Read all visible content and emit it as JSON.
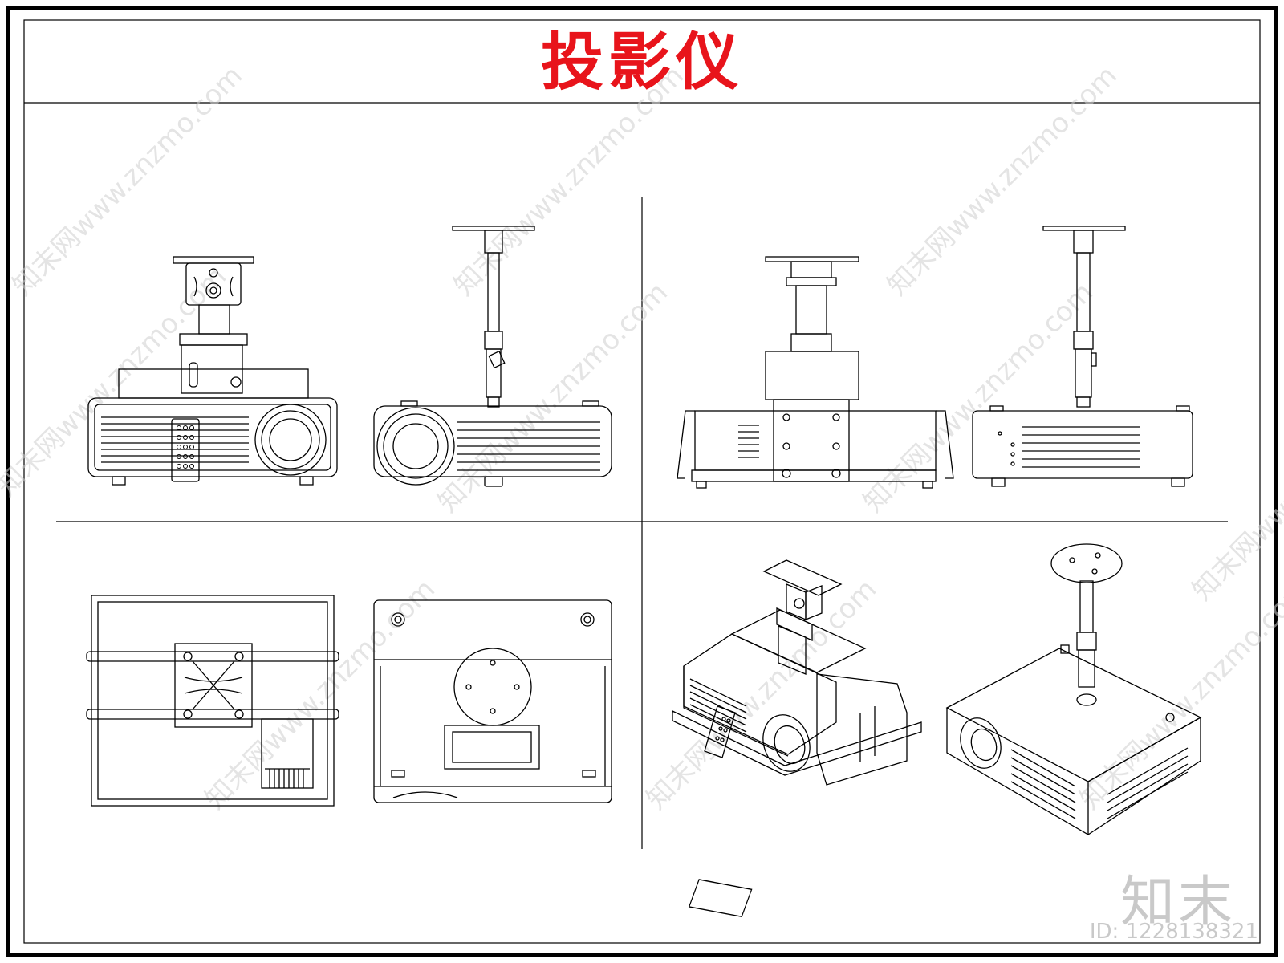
{
  "title": "投影仪",
  "watermark": "知末网www.znzmo.com",
  "brand_mark": "知末",
  "image_id": "ID: 1228138321",
  "colors": {
    "title": "#e8141b",
    "line": "#000000",
    "watermark": "#cfcfcf"
  },
  "views": [
    "projector-front-short-mount",
    "projector-front-pole-mount",
    "projector-rear-short-mount",
    "projector-side-pole-mount",
    "projector-top-bracket",
    "projector-bottom",
    "projector-iso-short-mount",
    "projector-iso-pole-mount"
  ]
}
